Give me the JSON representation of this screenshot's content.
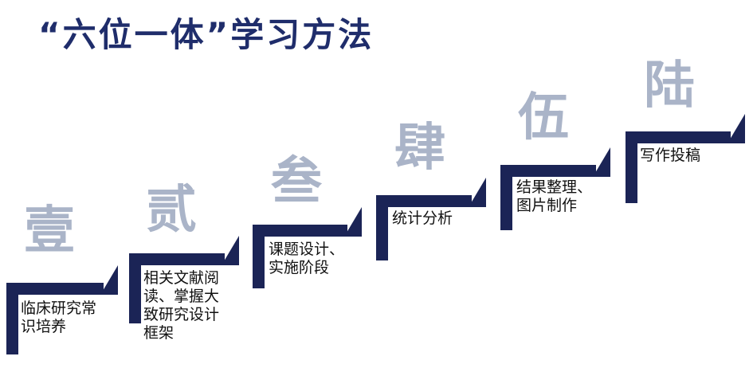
{
  "title": "“六位一体”学习方法",
  "colors": {
    "navy": "#1b2456",
    "title": "#1f2d6b",
    "numeral": "#aab4c8"
  },
  "steps": [
    {
      "numeral": "壹",
      "lines": [
        "临床研究常",
        "识培养"
      ]
    },
    {
      "numeral": "贰",
      "lines": [
        "相关文献阅",
        "读、掌握大",
        "致研究设计",
        "框架"
      ]
    },
    {
      "numeral": "叁",
      "lines": [
        "课题设计、",
        "实施阶段"
      ]
    },
    {
      "numeral": "肆",
      "lines": [
        "统计分析"
      ]
    },
    {
      "numeral": "伍",
      "lines": [
        "结果整理、",
        "图片制作"
      ]
    },
    {
      "numeral": "陆",
      "lines": [
        "写作投稿"
      ]
    }
  ]
}
